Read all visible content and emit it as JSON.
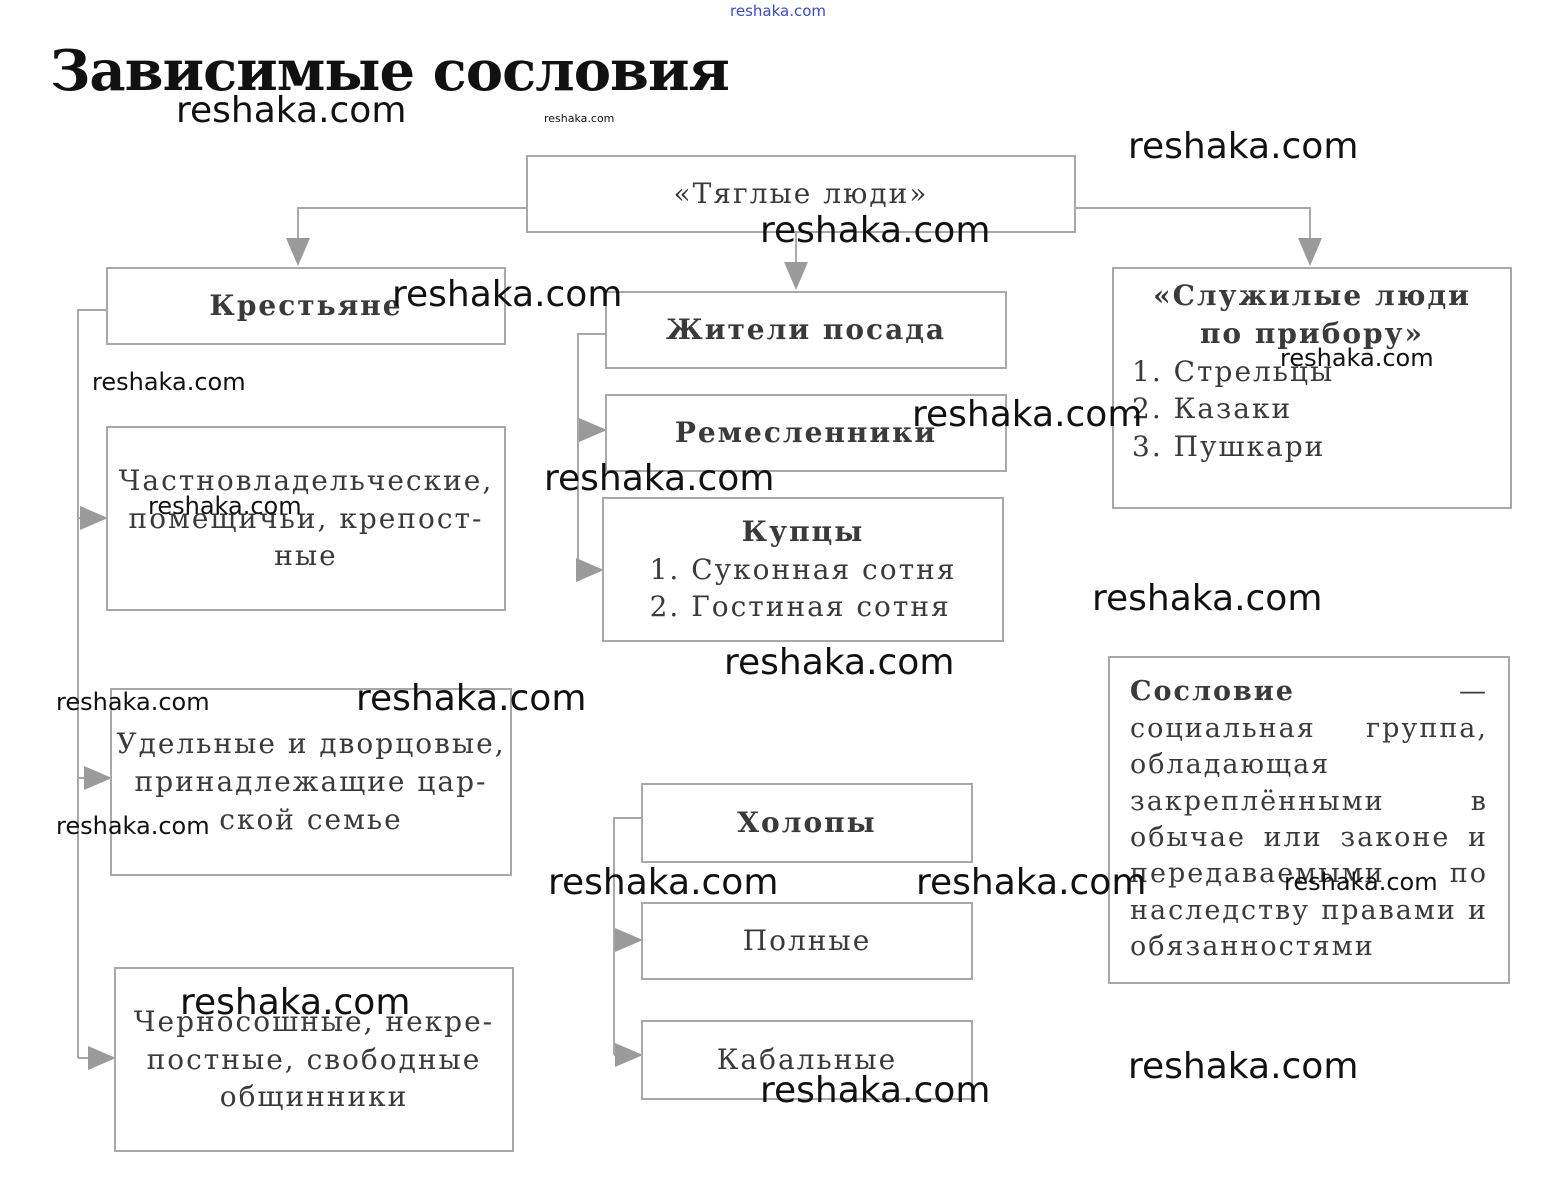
{
  "title": "Зависимые сословия",
  "watermark": "reshaka.com",
  "boxes": {
    "tyaglye": "«Тяглые люди»",
    "krestyane": "Крестьяне",
    "krestyane_1": "Частновладельческие, помещичьи, крепост-ные",
    "krestyane_2_lines": [
      "Удельные и дворцовые,",
      "принадлежащие цар-",
      "ской семье"
    ],
    "krestyane_1_lines": [
      "Частновладельческие,",
      "помещичьи, крепост-",
      "ные"
    ],
    "krestyane_3_lines": [
      "Черносошные, некре-",
      "постные, свободные",
      "общинники"
    ],
    "posad": "Жители посада",
    "remeslenniki": "Ремесленники",
    "kuptsy": {
      "title": "Купцы",
      "items": [
        "1. Суконная сотня",
        "2. Гостиная сотня"
      ]
    },
    "sluzhilye": {
      "title_lines": [
        "«Служилые люди",
        "по прибору»"
      ],
      "items": [
        "1. Стрельцы",
        "2. Казаки",
        "3. Пушкари"
      ]
    },
    "holopy": "Холопы",
    "polnye": "Полные",
    "kabalnye": "Кабальные",
    "definition": {
      "term": "Сословие",
      "text": " — социальная группа, обладающая закреплёнными в обычае или законе и передаваемыми по наследству правами и обязанностями"
    }
  }
}
